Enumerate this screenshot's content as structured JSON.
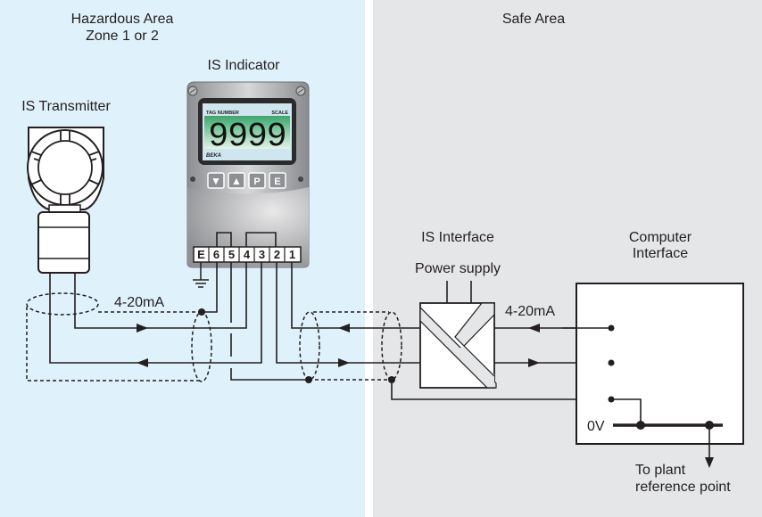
{
  "zones": {
    "hazardous": {
      "title_line1": "Hazardous Area",
      "title_line2": "Zone 1 or 2",
      "color": "#dff1fa"
    },
    "safe": {
      "title": "Safe Area",
      "color": "#e5e6e8"
    }
  },
  "transmitter": {
    "label": "IS Transmitter"
  },
  "indicator": {
    "label": "IS Indicator",
    "tag_number_label": "TAG NUMBER",
    "scale_label": "SCALE",
    "display_value": "9999",
    "brand": "BEKA",
    "buttons": [
      {
        "name": "down",
        "glyph": "▼"
      },
      {
        "name": "up",
        "glyph": "▲"
      },
      {
        "name": "p",
        "glyph": "P"
      },
      {
        "name": "e",
        "glyph": "E"
      }
    ],
    "terminals": [
      "E",
      "6",
      "5",
      "4",
      "3",
      "2",
      "1"
    ]
  },
  "signals": {
    "hazardous_current": "4-20mA",
    "safe_current": "4-20mA"
  },
  "is_interface": {
    "label": "IS Interface",
    "power_label": "Power supply"
  },
  "computer_interface": {
    "label_line1": "Computer",
    "label_line2": "Interface",
    "zero_volt_label": "0V"
  },
  "plant_reference": {
    "line1": "To plant",
    "line2": "reference point"
  }
}
